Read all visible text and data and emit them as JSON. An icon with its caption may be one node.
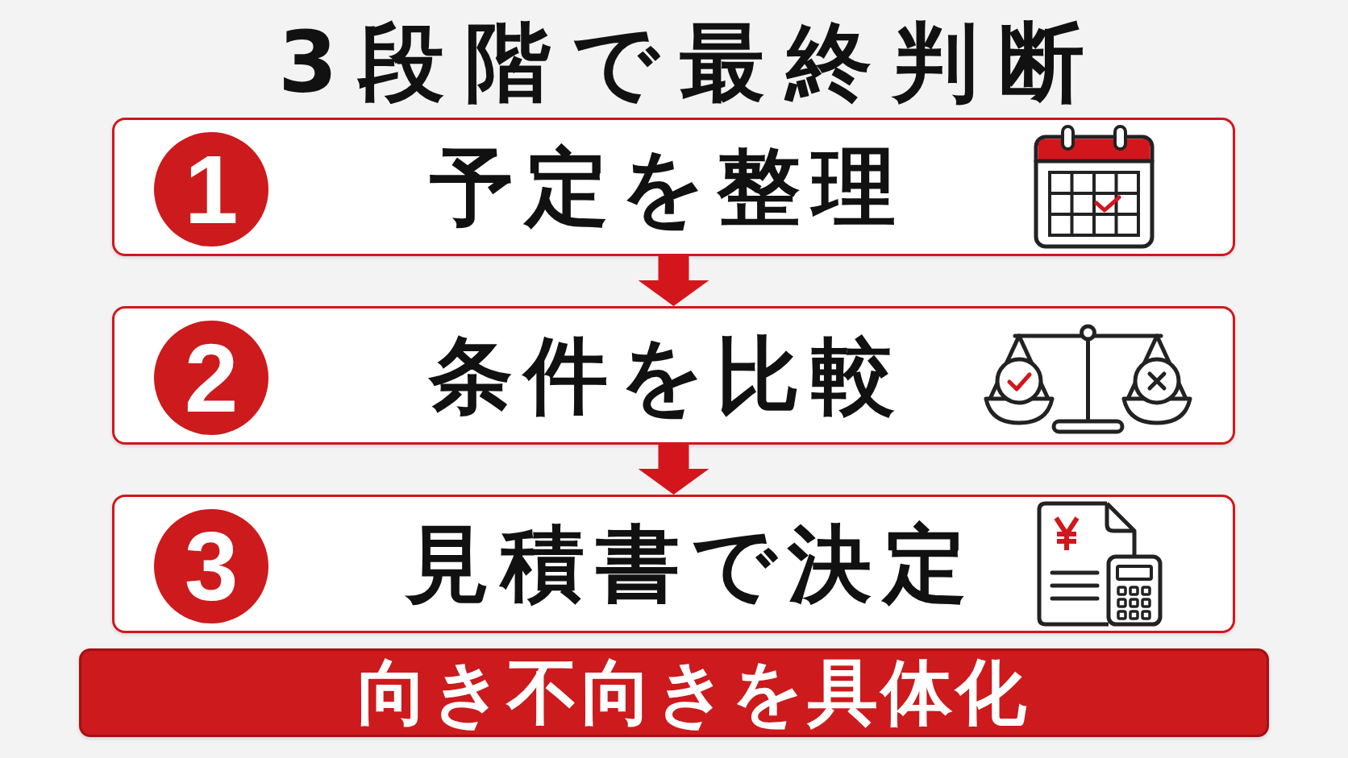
{
  "diagram": {
    "title": "3段階で最終判断",
    "nodes": [
      {
        "text": [
          "予定を整理"
        ]
      },
      {
        "text": [
          "1"
        ],
        "in": 0
      },
      {
        "text": [
          "条件を比較"
        ]
      },
      {
        "text": [
          "2"
        ],
        "in": 2
      },
      {
        "text": [
          "見積書で決定"
        ]
      },
      {
        "text": [
          "3"
        ],
        "in": 4
      },
      {
        "text": [
          "向き不向きを具体化"
        ]
      }
    ],
    "edges": [
      {
        "from": 0,
        "to": 2,
        "arrow": "to"
      },
      {
        "from": 2,
        "to": 4,
        "arrow": "to"
      }
    ]
  }
}
